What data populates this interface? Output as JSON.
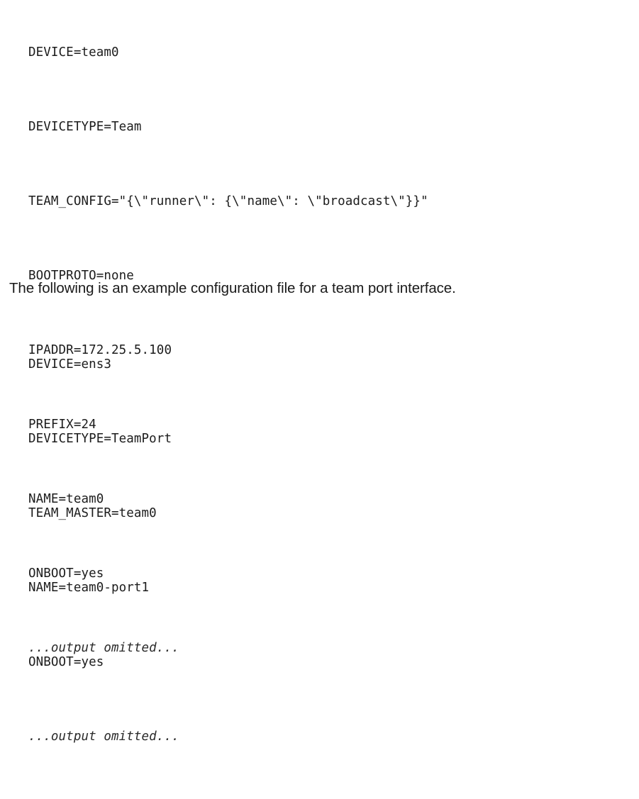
{
  "document": {
    "background_color": "#ffffff",
    "text_color": "#1a1a1a"
  },
  "code_block_team": {
    "name": "team-interface-config-file",
    "lines": [
      "DEVICE=team0",
      "DEVICETYPE=Team",
      "TEAM_CONFIG=\"{\\\"runner\\\": {\\\"name\\\": \\\"broadcast\\\"}}\"",
      "BOOTPROTO=none",
      "IPADDR=172.25.5.100",
      "PREFIX=24",
      "NAME=team0",
      "ONBOOT=yes",
      "...output omitted..."
    ]
  },
  "paragraph": {
    "text": "The following is an example configuration file for a team port interface."
  },
  "code_block_teamport": {
    "name": "team-port-interface-config-file",
    "lines": [
      "DEVICE=ens3",
      "DEVICETYPE=TeamPort",
      "TEAM_MASTER=team0",
      "NAME=team0-port1",
      "ONBOOT=yes",
      "...output omitted..."
    ]
  }
}
